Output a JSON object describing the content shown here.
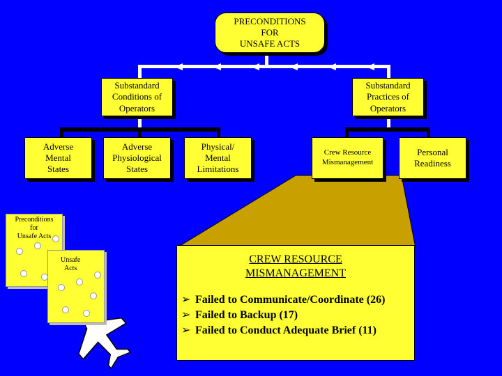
{
  "top_box": {
    "text": "PRECONDITIONS\nFOR\nUNSAFE ACTS"
  },
  "level2": {
    "conditions": "Substandard\nConditions of\nOperators",
    "practices": "Substandard\nPractices of\nOperators"
  },
  "level3": {
    "adverse_mental": "Adverse\nMental\nStates",
    "adverse_physio": "Adverse\nPhysiological\nStates",
    "physical_mental": "Physical/\nMental\nLimitations",
    "crew_resource": "Crew Resource\nMismanagement",
    "personal_readiness": "Personal\nReadiness"
  },
  "detail": {
    "title": "CREW RESOURCE\nMISMANAGEMENT",
    "items": [
      "Failed to Communicate/Coordinate (26)",
      "Failed to Backup (17)",
      "Failed to Conduct Adequate Brief (11)"
    ]
  },
  "thumbnails": {
    "preconditions": "Preconditions\nfor\nUnsafe Acts",
    "unsafe_acts": "Unsafe\nActs"
  },
  "colors": {
    "background": "#0000FF",
    "box": "#FFFF33",
    "zoom": "#C8A000"
  }
}
